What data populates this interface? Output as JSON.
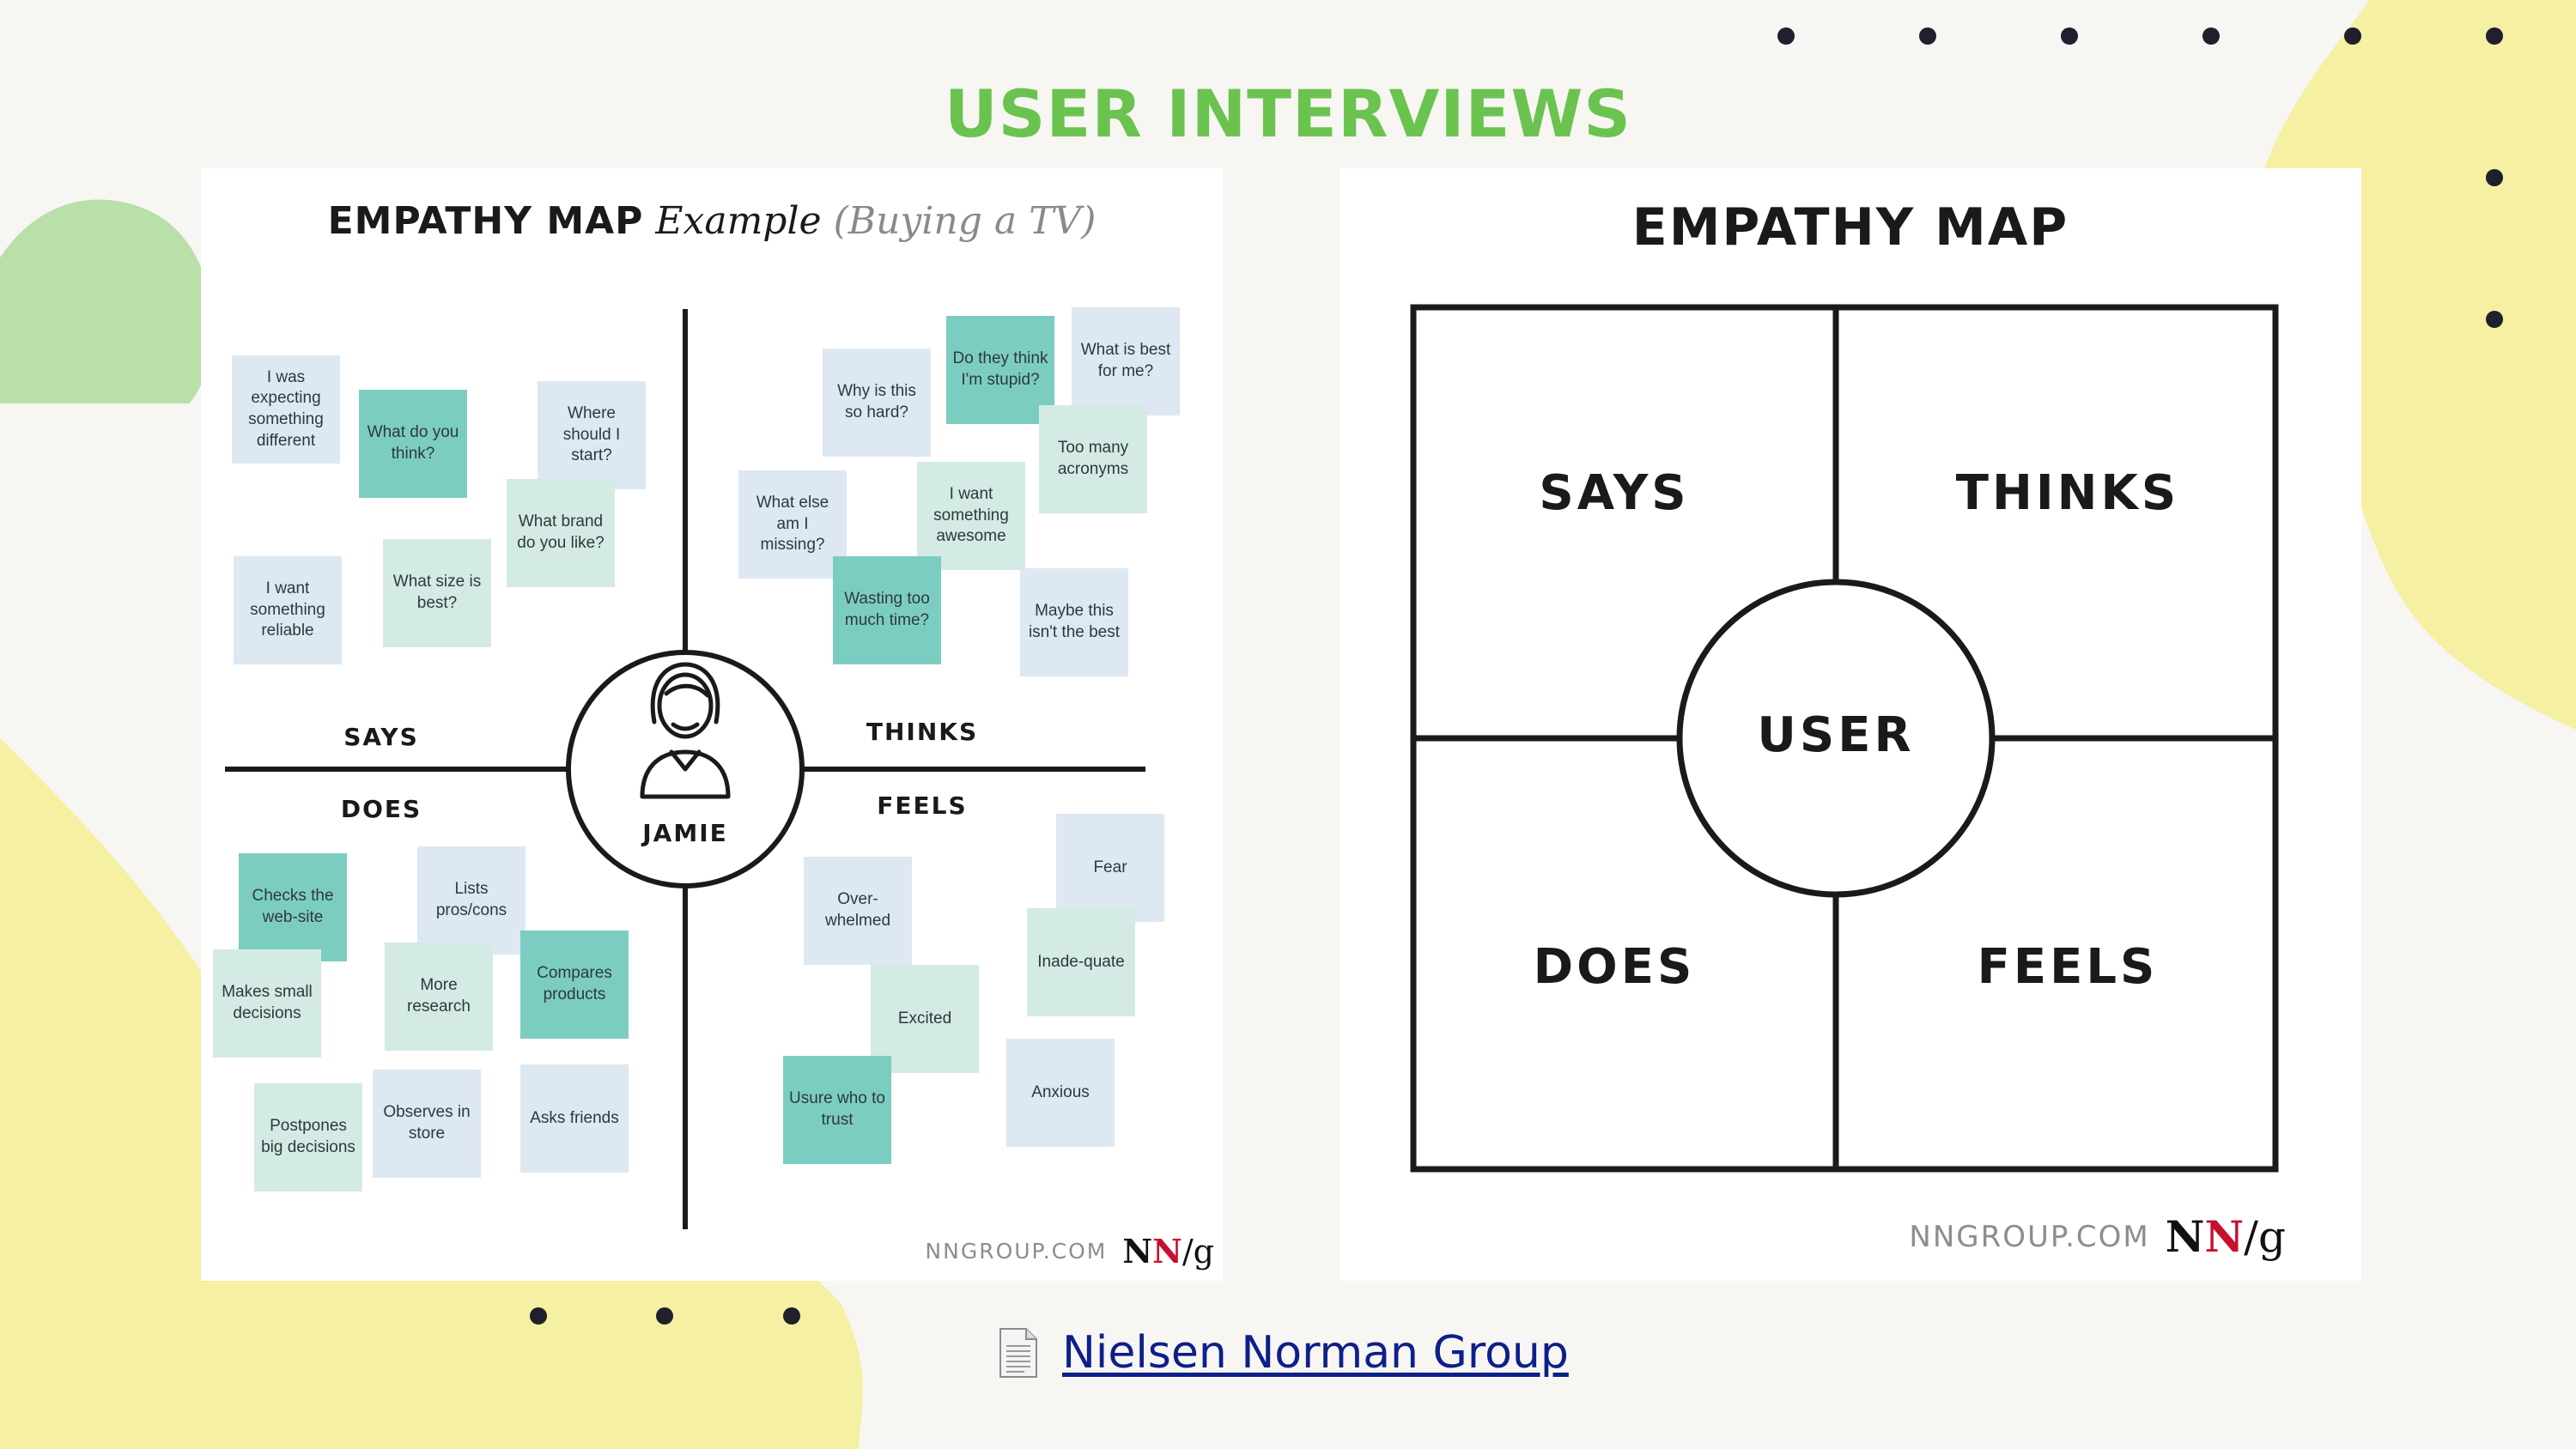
{
  "slide_title": "USER INTERVIEWS",
  "example_map": {
    "title_bold": "EMPATHY MAP",
    "title_italic": "Example",
    "title_paren": "(Buying a TV)",
    "center_label": "JAMIE",
    "quadrants": {
      "says": "SAYS",
      "thinks": "THINKS",
      "does": "DOES",
      "feels": "FEELS"
    },
    "notes": {
      "says": [
        "I was expecting something different",
        "What do you think?",
        "Where should I start?",
        "What brand do you like?",
        "I want something reliable",
        "What size is best?"
      ],
      "thinks": [
        "Why is this so hard?",
        "Do they think I'm stupid?",
        "What is best for me?",
        "Too many acronyms",
        "What else am I missing?",
        "I want something awesome",
        "Wasting too much time?",
        "Maybe this isn't the best"
      ],
      "does": [
        "Checks the web-site",
        "Lists pros/cons",
        "Makes small decisions",
        "More research",
        "Compares products",
        "Postpones big decisions",
        "Observes in store",
        "Asks friends"
      ],
      "feels": [
        "Fear",
        "Over-whelmed",
        "Inade-quate",
        "Excited",
        "Usure who to trust",
        "Anxious"
      ]
    },
    "footer_site": "NNGROUP.COM",
    "footer_logo": {
      "n1": "N",
      "n2": "N",
      "slash_g": "/g"
    }
  },
  "template_map": {
    "title": "EMPATHY MAP",
    "center_label": "USER",
    "quadrants": {
      "says": "SAYS",
      "thinks": "THINKS",
      "does": "DOES",
      "feels": "FEELS"
    },
    "footer_site": "NNGROUP.COM",
    "footer_logo": {
      "n1": "N",
      "n2": "N",
      "slash_g": "/g"
    }
  },
  "source_link": {
    "label": "Nielsen Norman Group",
    "icon": "document-icon"
  },
  "colors": {
    "title_green": "#6bc34f",
    "blob_yellow": "#f5f0a2",
    "blob_green": "#b8e0a8",
    "note_teal": "#7ccdc1",
    "note_mint": "#d4eae5",
    "note_blue": "#dde8f3",
    "link_blue": "#0d1f8a",
    "nng_red": "#c8102e"
  }
}
